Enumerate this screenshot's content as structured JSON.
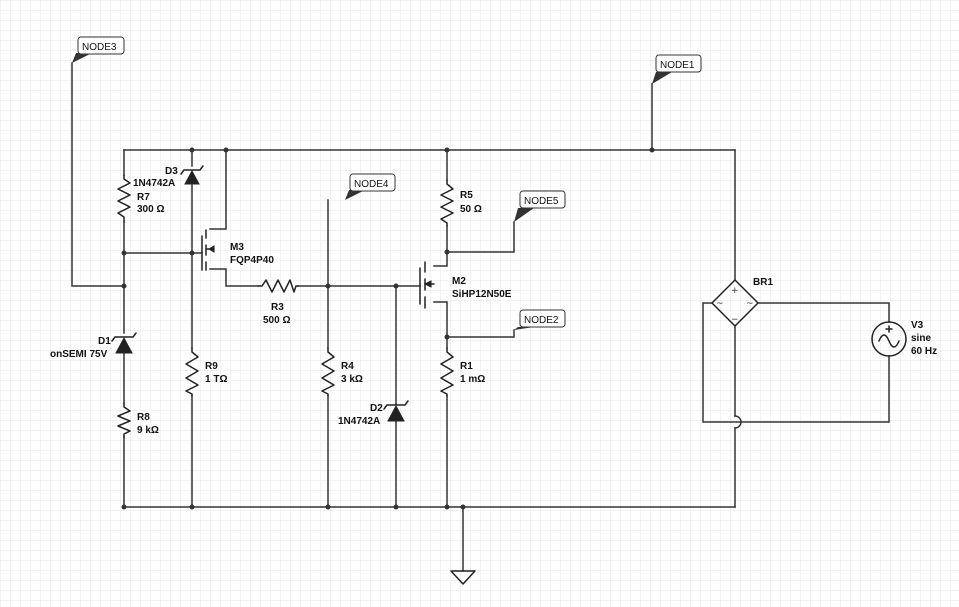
{
  "nets": [
    {
      "id": "node3",
      "label": "NODE3"
    },
    {
      "id": "node1",
      "label": "NODE1"
    },
    {
      "id": "node4",
      "label": "NODE4"
    },
    {
      "id": "node5",
      "label": "NODE5"
    },
    {
      "id": "node2",
      "label": "NODE2"
    }
  ],
  "components": {
    "d3": {
      "ref": "D3",
      "value": "1N4742A"
    },
    "r7": {
      "ref": "R7",
      "value": "300 Ω"
    },
    "m3": {
      "ref": "M3",
      "value": "FQP4P40"
    },
    "r3": {
      "ref": "R3",
      "value": "500 Ω"
    },
    "d1": {
      "ref": "D1",
      "value": "onSEMI 75V"
    },
    "r9": {
      "ref": "R9",
      "value": "1 TΩ"
    },
    "r8": {
      "ref": "R8",
      "value": "9 kΩ"
    },
    "r4": {
      "ref": "R4",
      "value": "3 kΩ"
    },
    "d2": {
      "ref": "D2",
      "value": "1N4742A"
    },
    "r5": {
      "ref": "R5",
      "value": "50 Ω"
    },
    "m2": {
      "ref": "M2",
      "value": "SiHP12N50E"
    },
    "r1": {
      "ref": "R1",
      "value": "1 mΩ"
    },
    "br1": {
      "ref": "BR1",
      "value": ""
    },
    "v3": {
      "ref": "V3",
      "value": "sine",
      "freq": "60 Hz"
    }
  },
  "bridge_symbols": {
    "plus": "+",
    "minus": "−",
    "ac": "~"
  }
}
